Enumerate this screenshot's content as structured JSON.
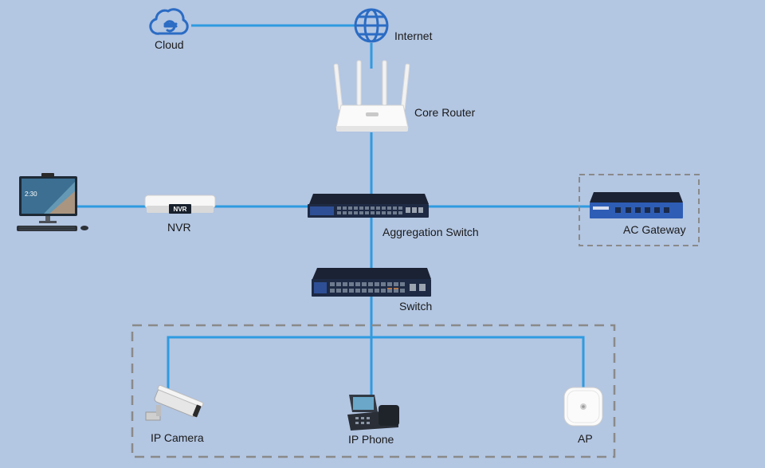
{
  "nodes": {
    "cloud": "Cloud",
    "internet": "Internet",
    "core_router": "Core Router",
    "nvr": "NVR",
    "nvr_badge": "NVR",
    "aggregation_switch": "Aggregation Switch",
    "ac_gateway": "AC Gateway",
    "switch": "Switch",
    "ip_camera": "IP Camera",
    "ip_phone": "IP Phone",
    "ap": "AP"
  },
  "screen": {
    "time": "2:30"
  },
  "colors": {
    "background": "#b3c6e2",
    "link": "#2f9be0",
    "icon_blue": "#2b6cc4",
    "device_dark": "#1b2233",
    "gateway_blue": "#2e5db5",
    "dashed_group": "#8a8a8a"
  }
}
